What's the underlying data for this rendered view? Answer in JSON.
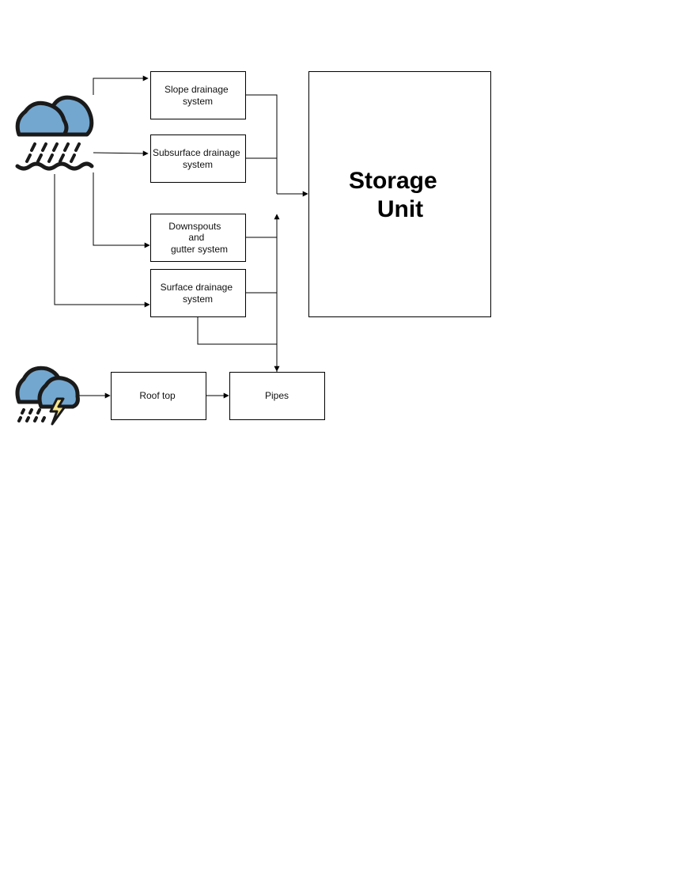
{
  "nodes": {
    "slope": {
      "lines": [
        "Slope drainage",
        "system"
      ]
    },
    "subsurface": {
      "lines": [
        "Subsurface drainage",
        "system"
      ]
    },
    "downspouts": {
      "lines": [
        "Downspouts",
        "and",
        "gutter system"
      ]
    },
    "surface": {
      "lines": [
        "Surface drainage",
        "system"
      ]
    },
    "roof": {
      "lines": [
        "Roof top"
      ]
    },
    "pipes": {
      "lines": [
        "Pipes"
      ]
    },
    "storage": {
      "lines": [
        "Storage",
        "Unit"
      ]
    }
  },
  "icons": {
    "rain_cloud": "rain-cloud-icon",
    "storm_cloud": "storm-cloud-icon"
  },
  "colors": {
    "cloud": "#73a7cf",
    "lightning": "#f6e58d",
    "line": "#000000"
  }
}
